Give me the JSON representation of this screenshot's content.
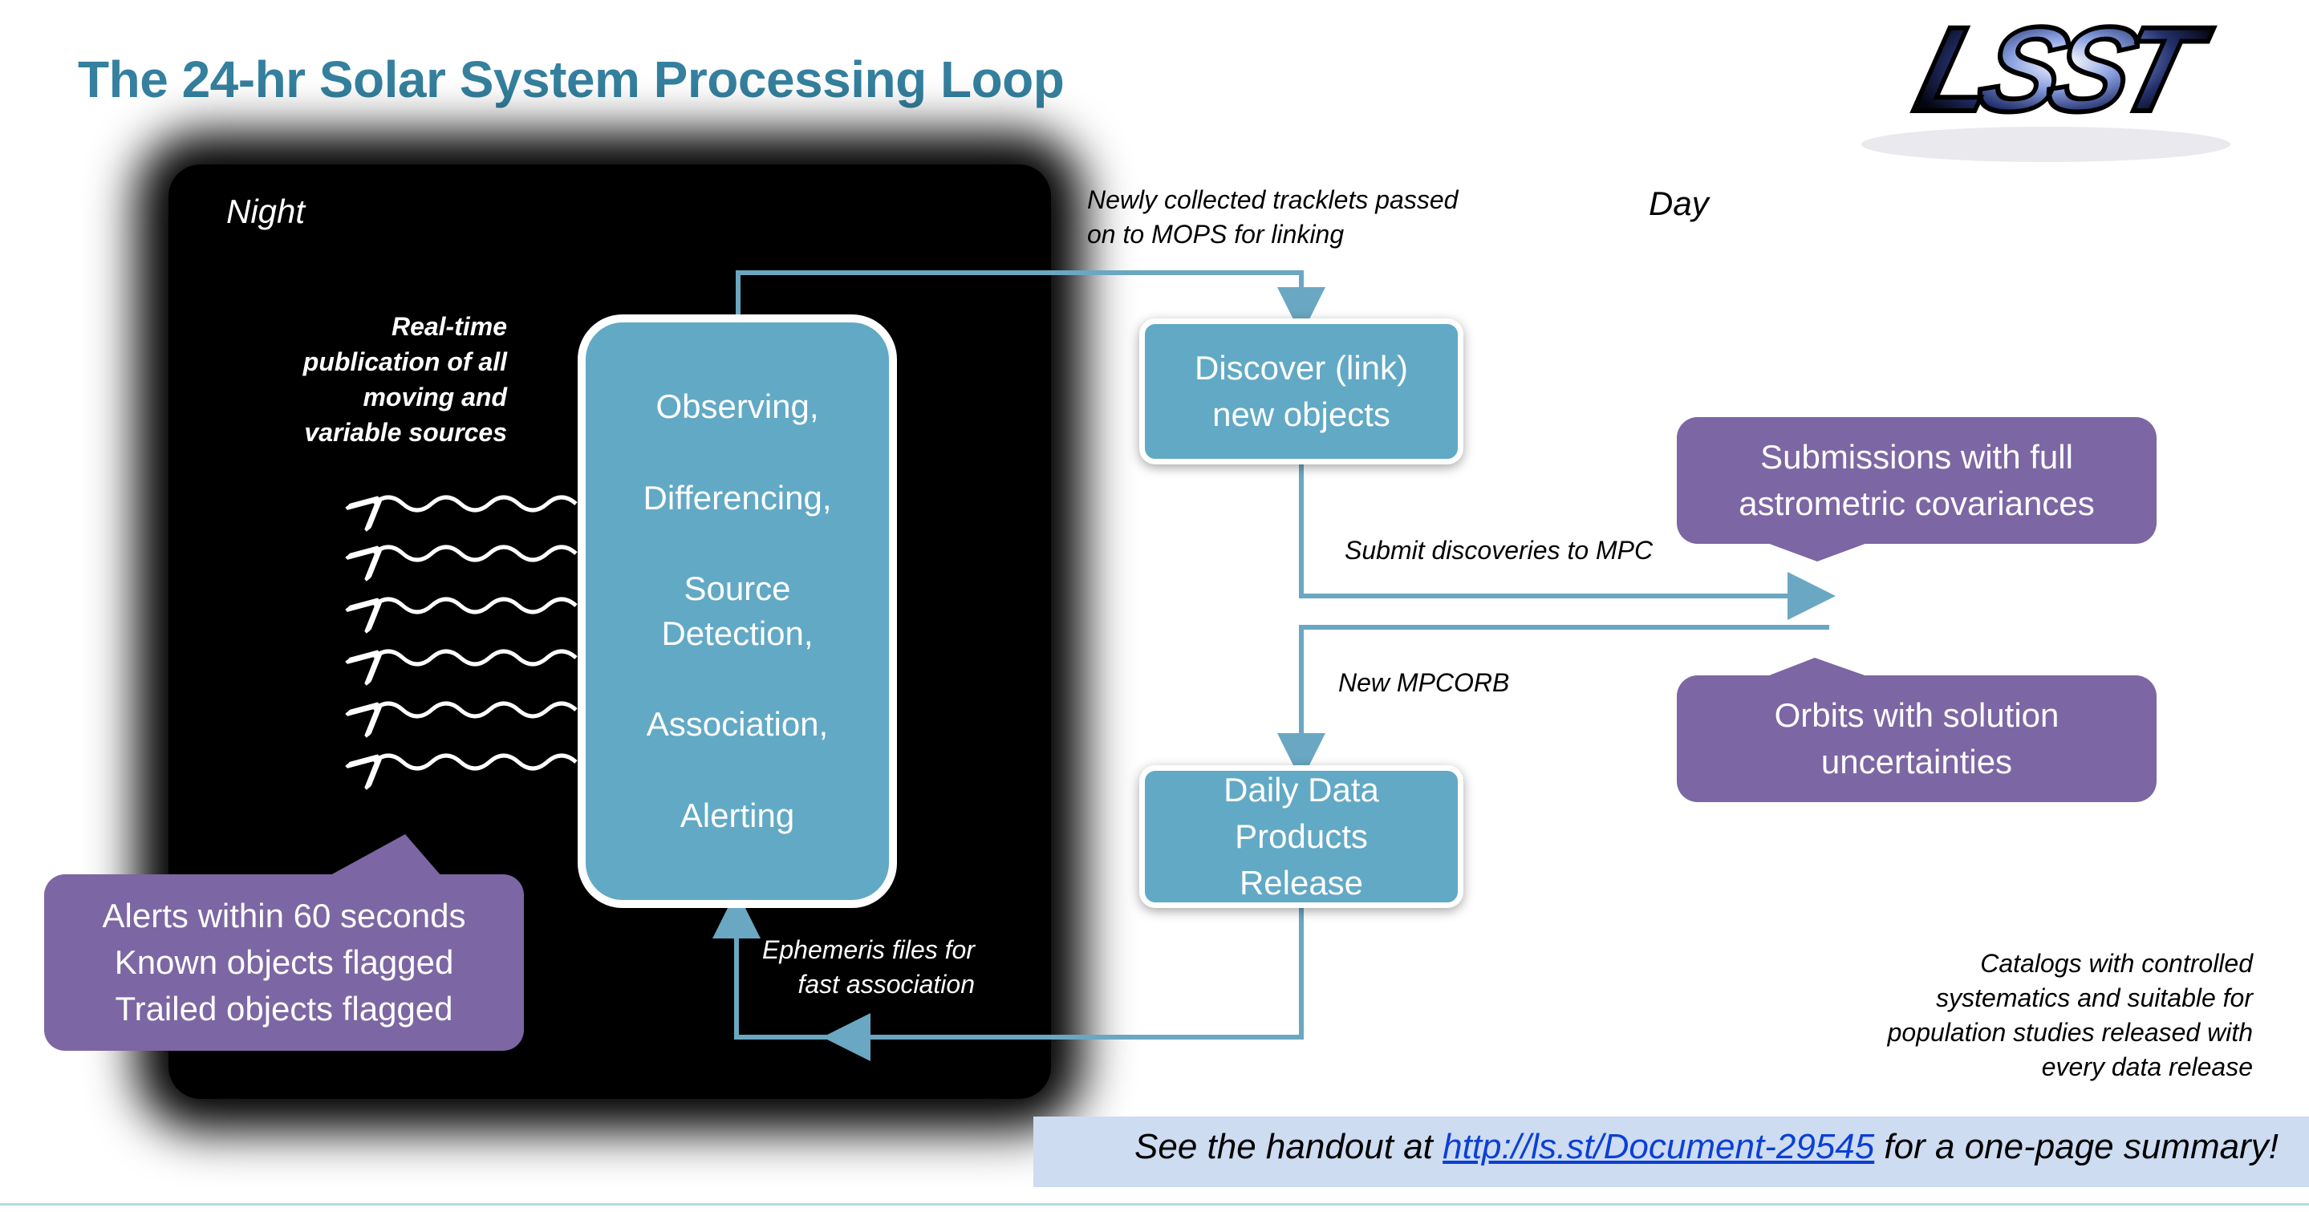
{
  "title": "The 24-hr Solar System Processing Loop",
  "logo_text": "LSST",
  "night_label": "Night",
  "day_label": "Day",
  "realtime_pub": [
    "Real-time",
    "publication of all",
    "moving and",
    "variable sources"
  ],
  "processing_steps": [
    "Observing,",
    "Differencing,",
    "Source Detection,",
    "Association,",
    "Alerting"
  ],
  "discover_box": "Discover (link) new objects",
  "daily_box": "Daily Data Products Release",
  "submissions_box": "Submissions with full astrometric covariances",
  "orbits_box": "Orbits with solution uncertainties",
  "alerts_box": [
    "Alerts within 60 seconds",
    "Known objects flagged",
    "Trailed objects flagged"
  ],
  "notes": {
    "tracklets": [
      "Newly collected tracklets passed",
      "on to MOPS for linking"
    ],
    "submit": "Submit discoveries to MPC",
    "mpcorb": "New MPCORB",
    "ephemeris": [
      "Ephemeris files for",
      "fast association"
    ],
    "catalogs": [
      "Catalogs with controlled",
      "systematics and suitable for",
      "population studies released with",
      "every data release"
    ]
  },
  "handout": {
    "prefix": "See the handout at ",
    "link": "http://ls.st/Document-29545",
    "suffix": " for a one-page summary!"
  },
  "colors": {
    "title": "#34809e",
    "teal_box": "#62a9c5",
    "arrow": "#6aa7c2",
    "purple_box": "#7c66a3",
    "handout_bar": "#cddcf1"
  }
}
